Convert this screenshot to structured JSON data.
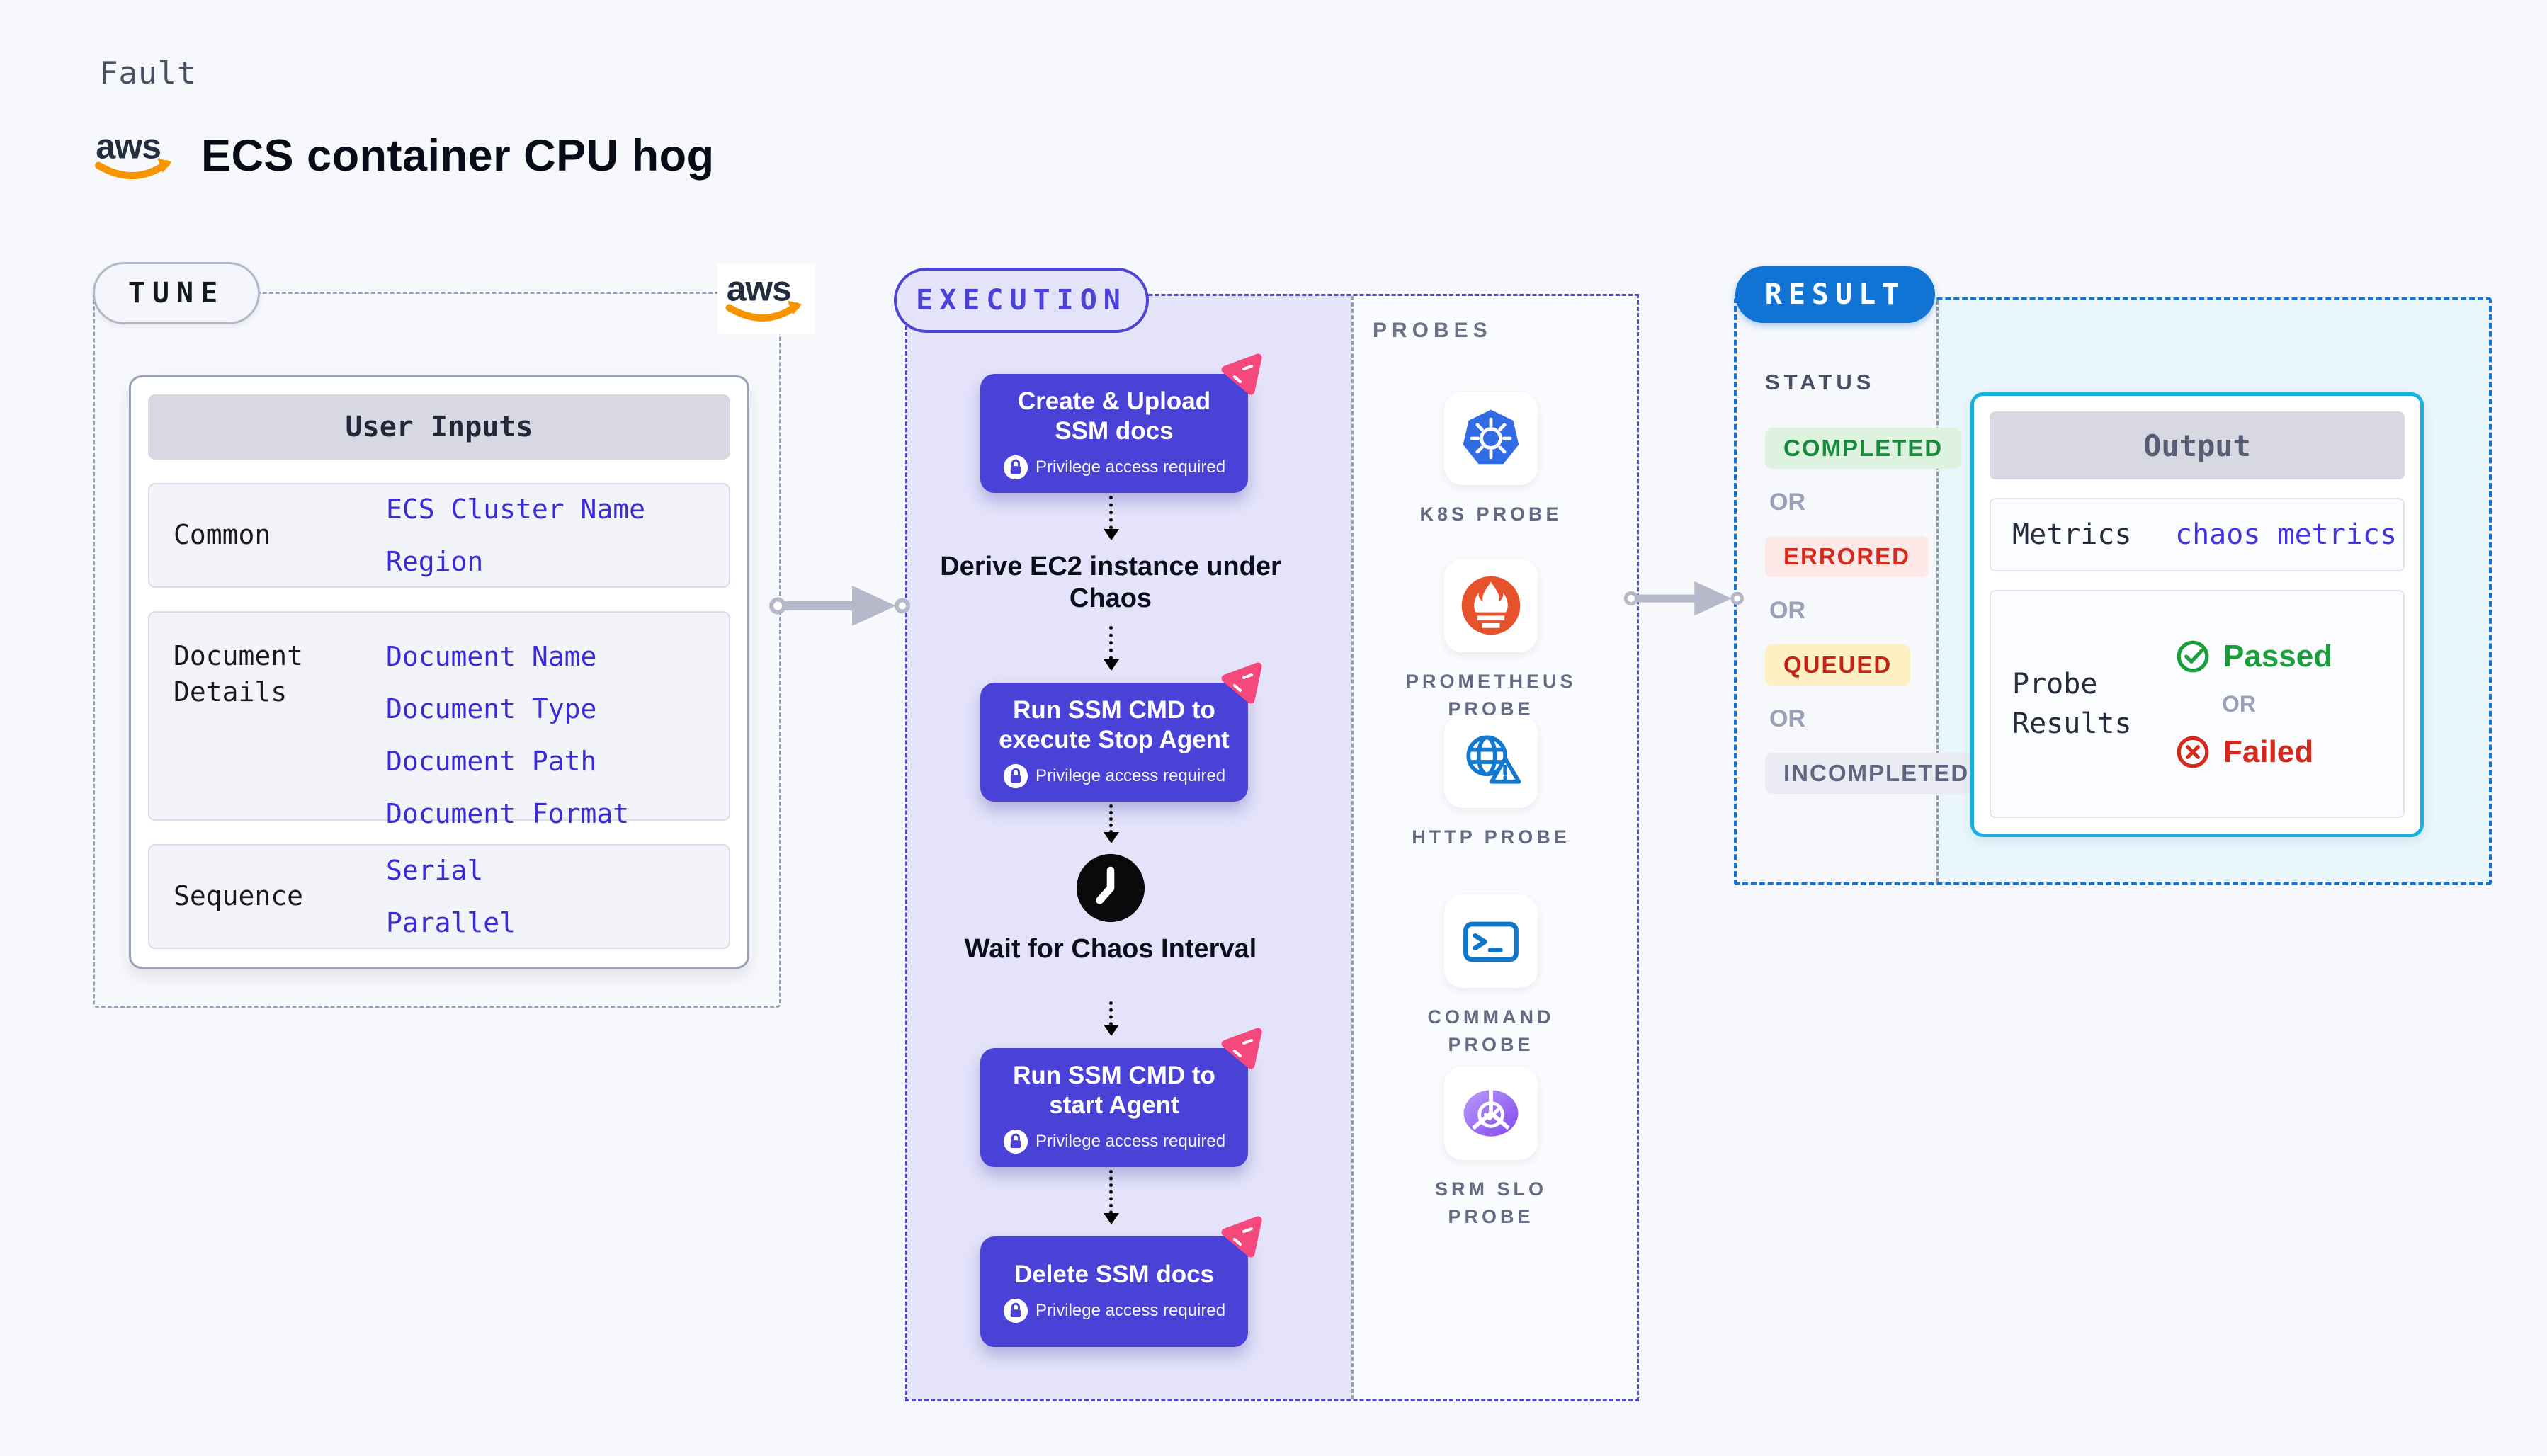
{
  "header": {
    "kicker": "Fault",
    "title": "ECS container CPU hog",
    "logo_text": "aws"
  },
  "tune": {
    "pill": "TUNE",
    "table": {
      "header": "User Inputs",
      "rows": [
        {
          "label": "Common",
          "values": [
            "ECS Cluster Name",
            "Region"
          ]
        },
        {
          "label": "Document Details",
          "values": [
            "Document Name",
            "Document Type",
            "Document Path",
            "Document Format"
          ]
        },
        {
          "label": "Sequence",
          "values": [
            "Serial",
            "Parallel"
          ]
        }
      ]
    }
  },
  "execution": {
    "pill": "EXECUTION",
    "steps": [
      {
        "kind": "box",
        "title": "Create & Upload SSM docs",
        "badge": "Privilege access required"
      },
      {
        "kind": "label",
        "title": "Derive EC2 instance under Chaos"
      },
      {
        "kind": "box",
        "title": "Run SSM CMD to execute Stop Agent",
        "badge": "Privilege access required"
      },
      {
        "kind": "wait",
        "title": "Wait for Chaos Interval"
      },
      {
        "kind": "box",
        "title": "Run SSM CMD to start Agent",
        "badge": "Privilege access required"
      },
      {
        "kind": "box",
        "title": "Delete SSM docs",
        "badge": "Privilege access required"
      }
    ]
  },
  "probes": {
    "heading": "PROBES",
    "items": [
      {
        "label": "K8S PROBE",
        "icon": "kubernetes-icon"
      },
      {
        "label": "PROMETHEUS PROBE",
        "icon": "prometheus-icon"
      },
      {
        "label": "HTTP PROBE",
        "icon": "http-globe-icon"
      },
      {
        "label": "COMMAND PROBE",
        "icon": "terminal-icon"
      },
      {
        "label": "SRM SLO PROBE",
        "icon": "srm-slo-icon"
      }
    ]
  },
  "result": {
    "pill": "RESULT",
    "status": {
      "heading": "STATUS",
      "or": "OR",
      "badges": [
        {
          "text": "COMPLETED",
          "fg": "#188a3c",
          "bg": "#ddf3e0"
        },
        {
          "text": "ERRORED",
          "fg": "#d32a1c",
          "bg": "#fce9e7"
        },
        {
          "text": "QUEUED",
          "fg": "#c42318",
          "bg": "#fdf0c2"
        },
        {
          "text": "INCOMPLETED",
          "fg": "#5f667f",
          "bg": "#ebecf3"
        }
      ]
    },
    "output": {
      "header": "Output",
      "metrics_label": "Metrics",
      "metrics_value": "chaos metrics",
      "probe_results_label": "Probe Results",
      "passed": "Passed",
      "or": "OR",
      "failed": "Failed"
    }
  },
  "colors": {
    "page_bg": "#f7f8fc",
    "lavender_bg": "#e4e3fa",
    "cyan_bg": "#e9f6fc",
    "step_box": "#4a41d6",
    "indigo_border": "#4f45d3",
    "result_blue": "#1173d4",
    "output_border": "#18b1de",
    "value_blue": "#392bd8",
    "chaos_pink": "#f5497e",
    "aws_orange": "#f79400",
    "arrow_gray": "#b7b9ca"
  }
}
